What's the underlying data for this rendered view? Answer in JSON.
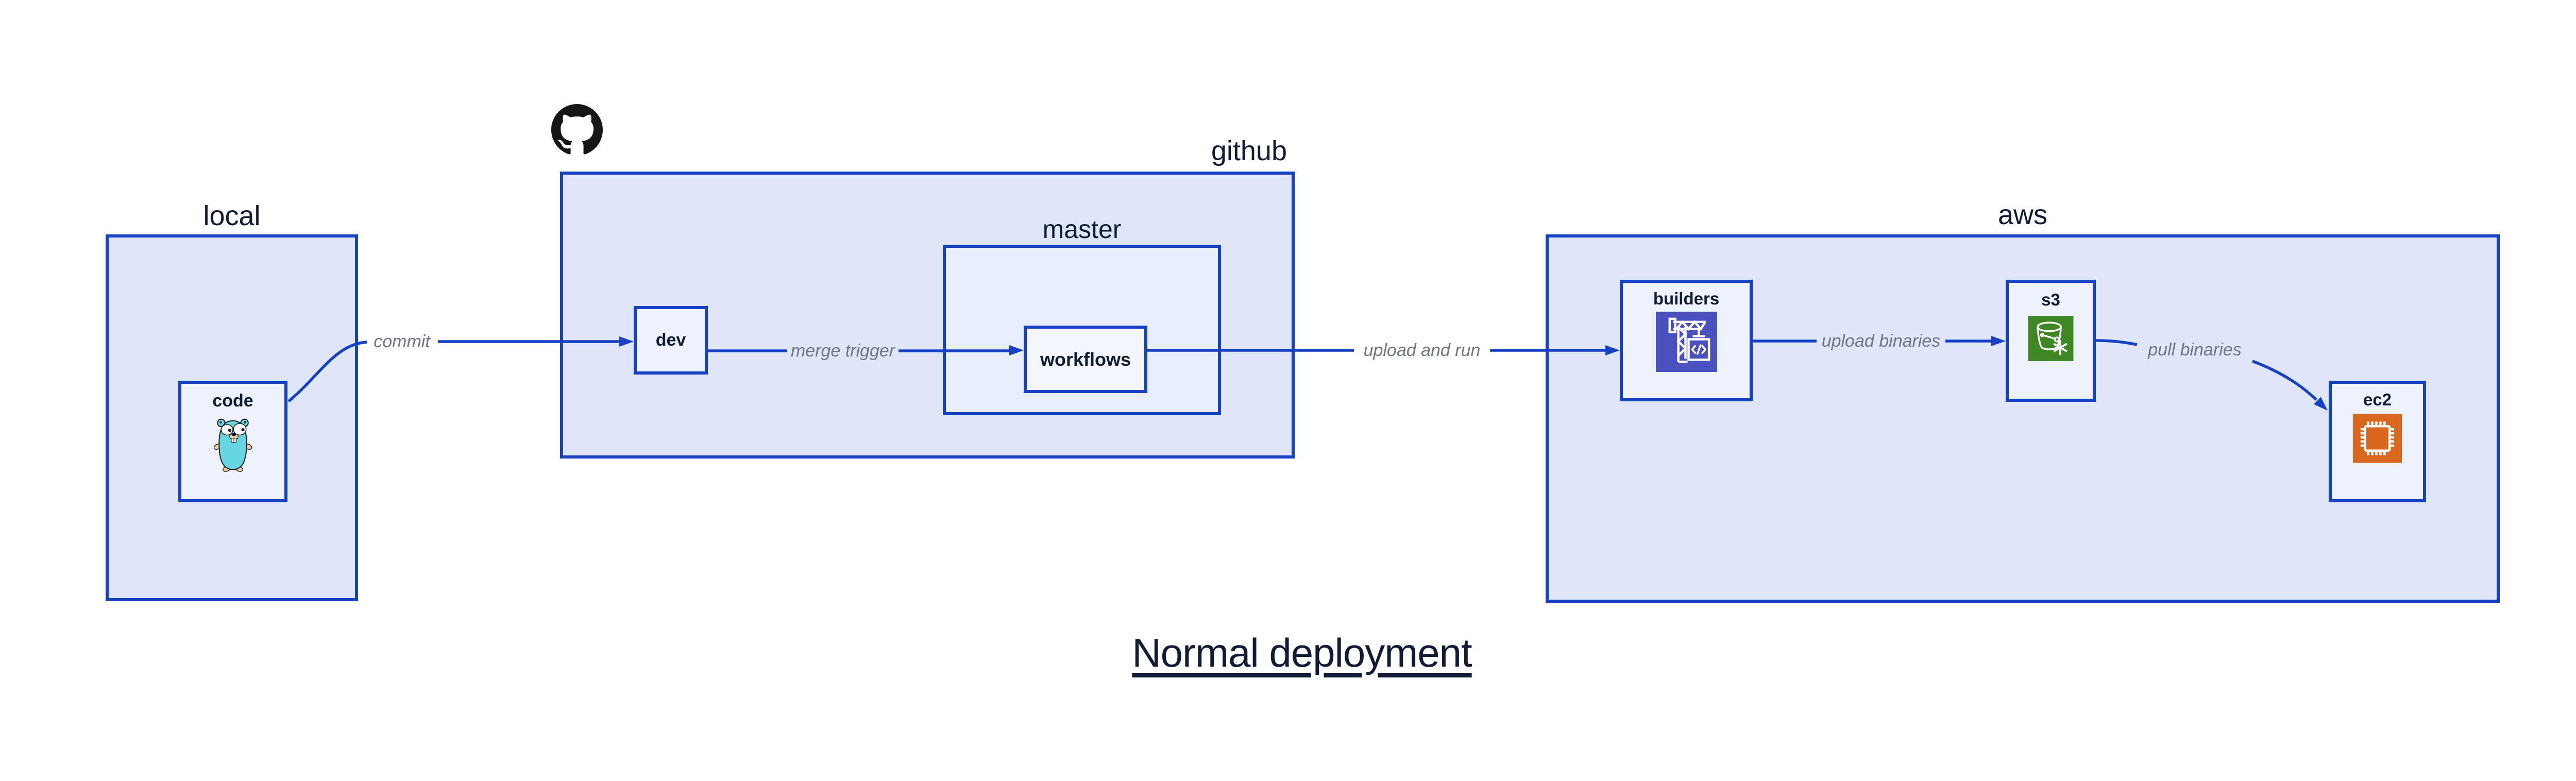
{
  "diagram": {
    "title": "Normal deployment",
    "groups": {
      "local": {
        "label": "local"
      },
      "github": {
        "label": "github"
      },
      "master": {
        "label": "master"
      },
      "aws": {
        "label": "aws"
      }
    },
    "nodes": {
      "code": {
        "label": "code",
        "icon": "go-gopher-icon"
      },
      "dev": {
        "label": "dev"
      },
      "workflows": {
        "label": "workflows"
      },
      "builders": {
        "label": "builders",
        "icon": "aws-codebuild-icon"
      },
      "s3": {
        "label": "s3",
        "icon": "aws-s3-icon"
      },
      "ec2": {
        "label": "ec2",
        "icon": "aws-ec2-icon"
      }
    },
    "edges": [
      {
        "from": "code",
        "to": "dev",
        "label": "commit"
      },
      {
        "from": "dev",
        "to": "workflows",
        "label": "merge trigger"
      },
      {
        "from": "workflows",
        "to": "builders",
        "label": "upload and run"
      },
      {
        "from": "builders",
        "to": "s3",
        "label": "upload binaries"
      },
      {
        "from": "s3",
        "to": "ec2",
        "label": "pull binaries"
      }
    ],
    "icons": {
      "github-logo-icon": "github octocat mark in black circle",
      "go-gopher-icon": "teal Go gopher mascot",
      "aws-codebuild-icon": "white construction crane on indigo square",
      "aws-s3-icon": "white bucket with snowflake on green square",
      "aws-ec2-icon": "white cpu chip on orange square"
    },
    "colors": {
      "border": "#1641c4",
      "arrow": "#1641c4",
      "group_fill": "#dfe6fa",
      "master_fill": "#e8eefb",
      "node_fill": "#eef2fc",
      "text_dark": "#111b36",
      "edge_label_gray": "#6f7584",
      "github_black": "#171515",
      "gopher_teal": "#66d6e2",
      "codebuild_indigo": "#4b50bf",
      "s3_green": "#3f8624",
      "ec2_orange": "#d9671e"
    }
  }
}
